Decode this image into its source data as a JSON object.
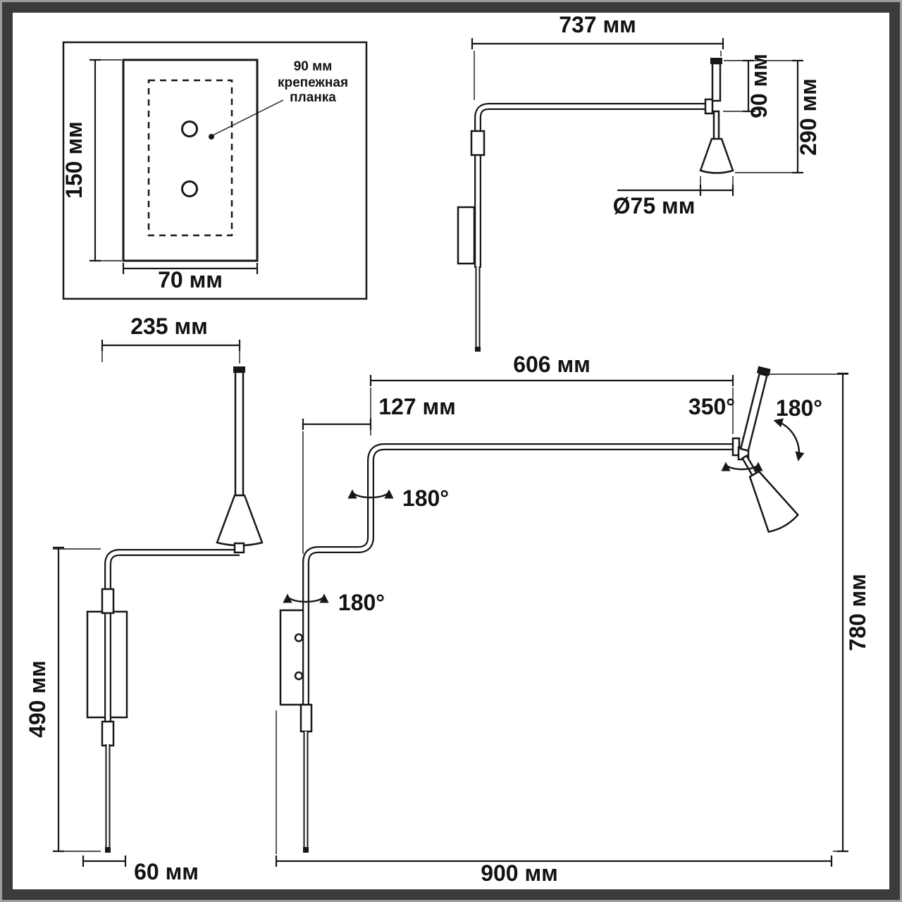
{
  "colors": {
    "line": "#171717",
    "frame": "#3b3b3b",
    "frame_edge": "#9e9e9e",
    "background": "#ffffff"
  },
  "mounting_plate_view": {
    "height": "150 мм",
    "width": "70 мм",
    "callout_size": "90 мм",
    "callout_line1": "крепежная",
    "callout_line2": "планка"
  },
  "side_view": {
    "arm_length": "737 мм",
    "head_upper_height": "90 мм",
    "head_total_height": "290 мм",
    "shade_diameter": "Ø75 мм"
  },
  "folded_view": {
    "arm_reach": "235 мм",
    "body_height": "490 мм",
    "plate_width": "60 мм"
  },
  "extended_view": {
    "arm_length": "606 мм",
    "wall_offset": "127 мм",
    "swivel_angle": "350°",
    "head_tilt_angle": "180°",
    "elbow_rotation_angle": "180°",
    "base_rotation_angle": "180°",
    "overall_height": "780 мм",
    "overall_reach": "900 мм"
  }
}
